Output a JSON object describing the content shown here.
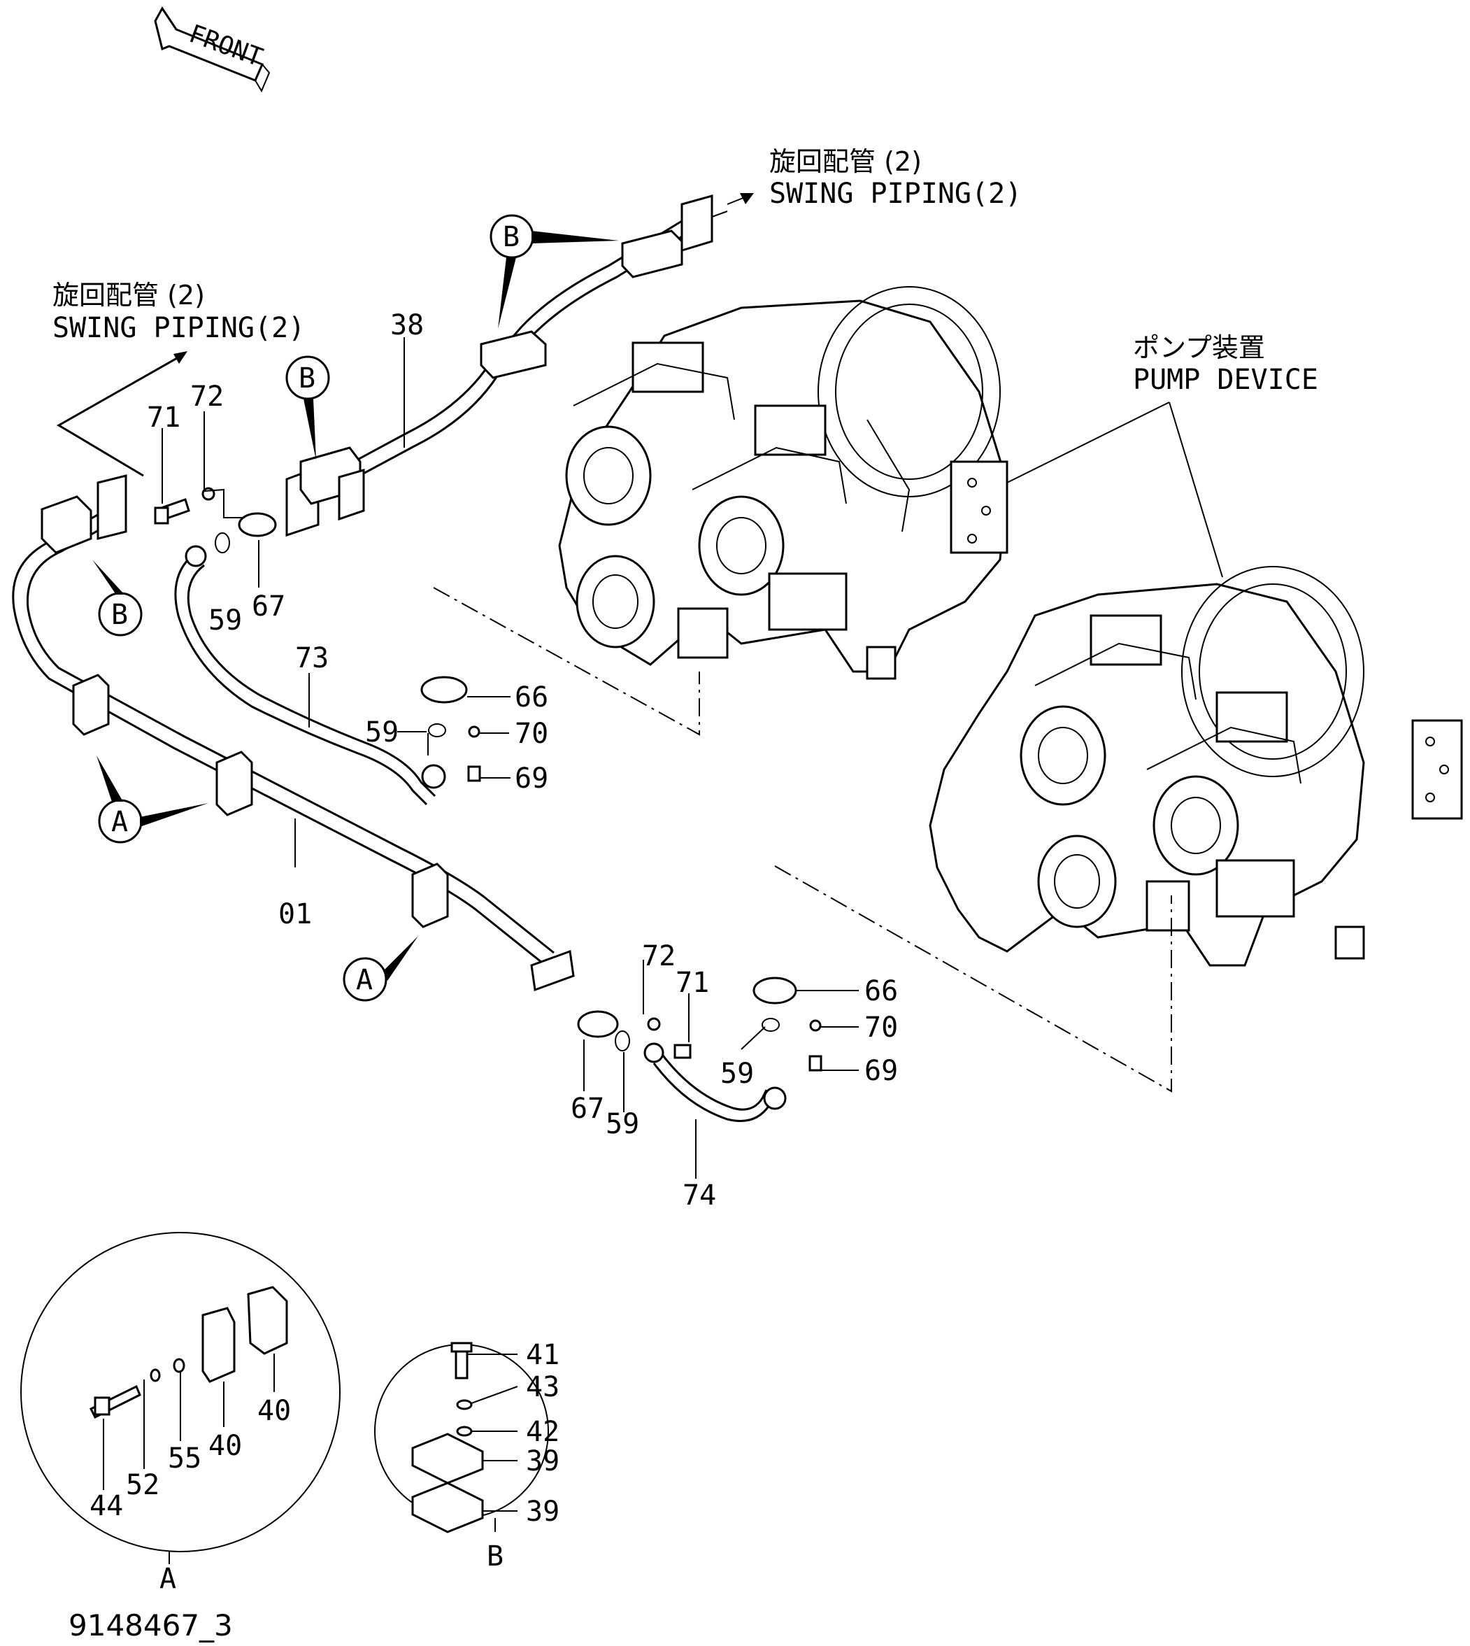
{
  "front_label": "FRONT",
  "annotations": {
    "swing_piping_top_jp": "旋回配管 (2)",
    "swing_piping_top_en": "SWING  PIPING(2)",
    "swing_piping_left_jp": "旋回配管 (2)",
    "swing_piping_left_en": "SWING  PIPING(2)",
    "pump_device_jp": "ポンプ装置",
    "pump_device_en": "PUMP  DEVICE"
  },
  "callouts": {
    "a": "A",
    "b": "B"
  },
  "part_numbers": {
    "p01": "01",
    "p38": "38",
    "p39": "39",
    "p40": "40",
    "p41": "41",
    "p42": "42",
    "p43": "43",
    "p44": "44",
    "p52": "52",
    "p55": "55",
    "p59": "59",
    "p66": "66",
    "p67": "67",
    "p69": "69",
    "p70": "70",
    "p71": "71",
    "p72": "72",
    "p73": "73",
    "p74": "74"
  },
  "detail_labels": {
    "a": "A",
    "b": "B"
  },
  "drawing_number": "9148467_3"
}
